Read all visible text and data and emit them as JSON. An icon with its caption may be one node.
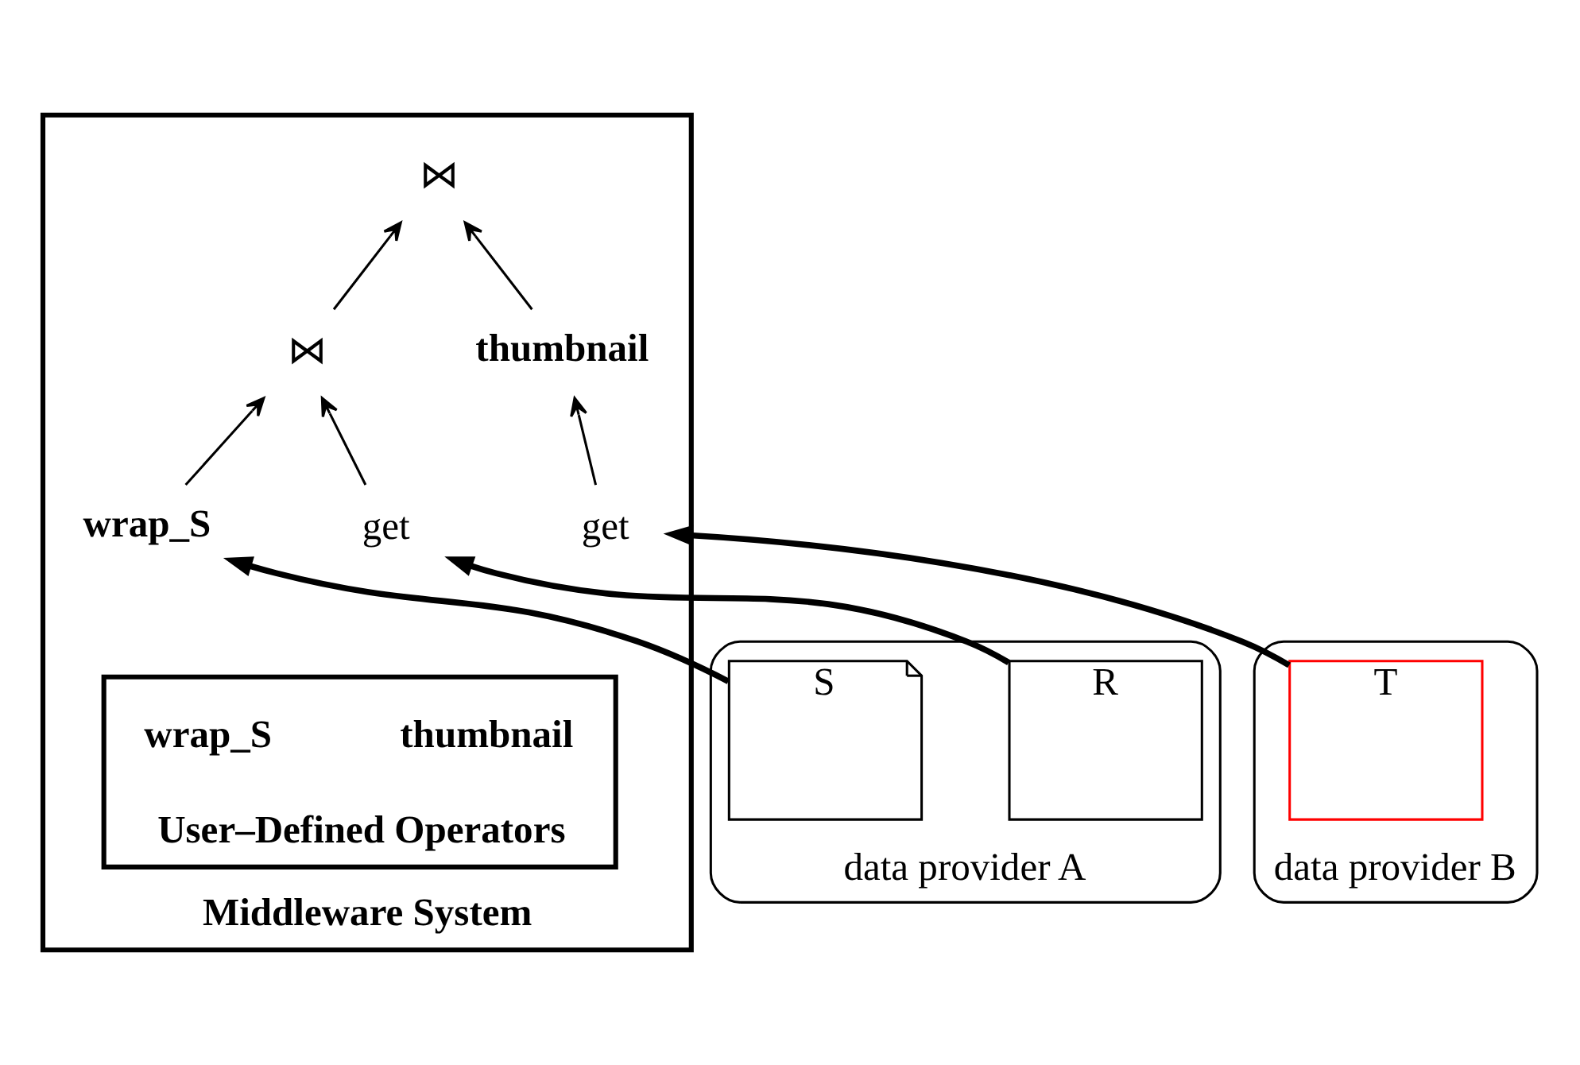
{
  "diagram": {
    "nodes": [
      {
        "text": [
          "Middleware System"
        ]
      },
      {
        "text": [
          "User–Defined Operators"
        ],
        "in": 0
      },
      {
        "text": [
          "thumbnail"
        ],
        "in": 1
      },
      {
        "text": [
          "wrap_S"
        ],
        "in": 1
      },
      {
        "text": [
          "⋈"
        ],
        "in": 0
      },
      {
        "text": [
          "⋈"
        ],
        "in": 0
      },
      {
        "text": [
          "thumbnail"
        ],
        "in": 0
      },
      {
        "text": [
          "get"
        ],
        "in": 0
      },
      {
        "text": [
          "wrap_S"
        ],
        "in": 0
      },
      {
        "text": [
          "get"
        ],
        "in": 0
      },
      {
        "text": [
          "data provider A"
        ]
      },
      {
        "text": [
          "R"
        ],
        "in": 10
      },
      {
        "text": [
          "S"
        ],
        "in": 10
      },
      {
        "text": [
          "data provider B"
        ]
      },
      {
        "text": [
          "T"
        ],
        "in": 13
      }
    ],
    "edges": [
      {
        "from": 7,
        "to": 5,
        "arrow": "to"
      },
      {
        "from": 8,
        "to": 5,
        "arrow": "to"
      },
      {
        "from": 5,
        "to": 4,
        "arrow": "to"
      },
      {
        "from": 6,
        "to": 4,
        "arrow": "to"
      },
      {
        "from": 9,
        "to": 6,
        "arrow": "to"
      },
      {
        "from": 11,
        "to": 7,
        "arrow": "to",
        "style": "thick"
      },
      {
        "from": 12,
        "to": 8,
        "arrow": "to",
        "style": "thick"
      },
      {
        "from": 14,
        "to": 9,
        "arrow": "to",
        "style": "thick"
      }
    ]
  }
}
